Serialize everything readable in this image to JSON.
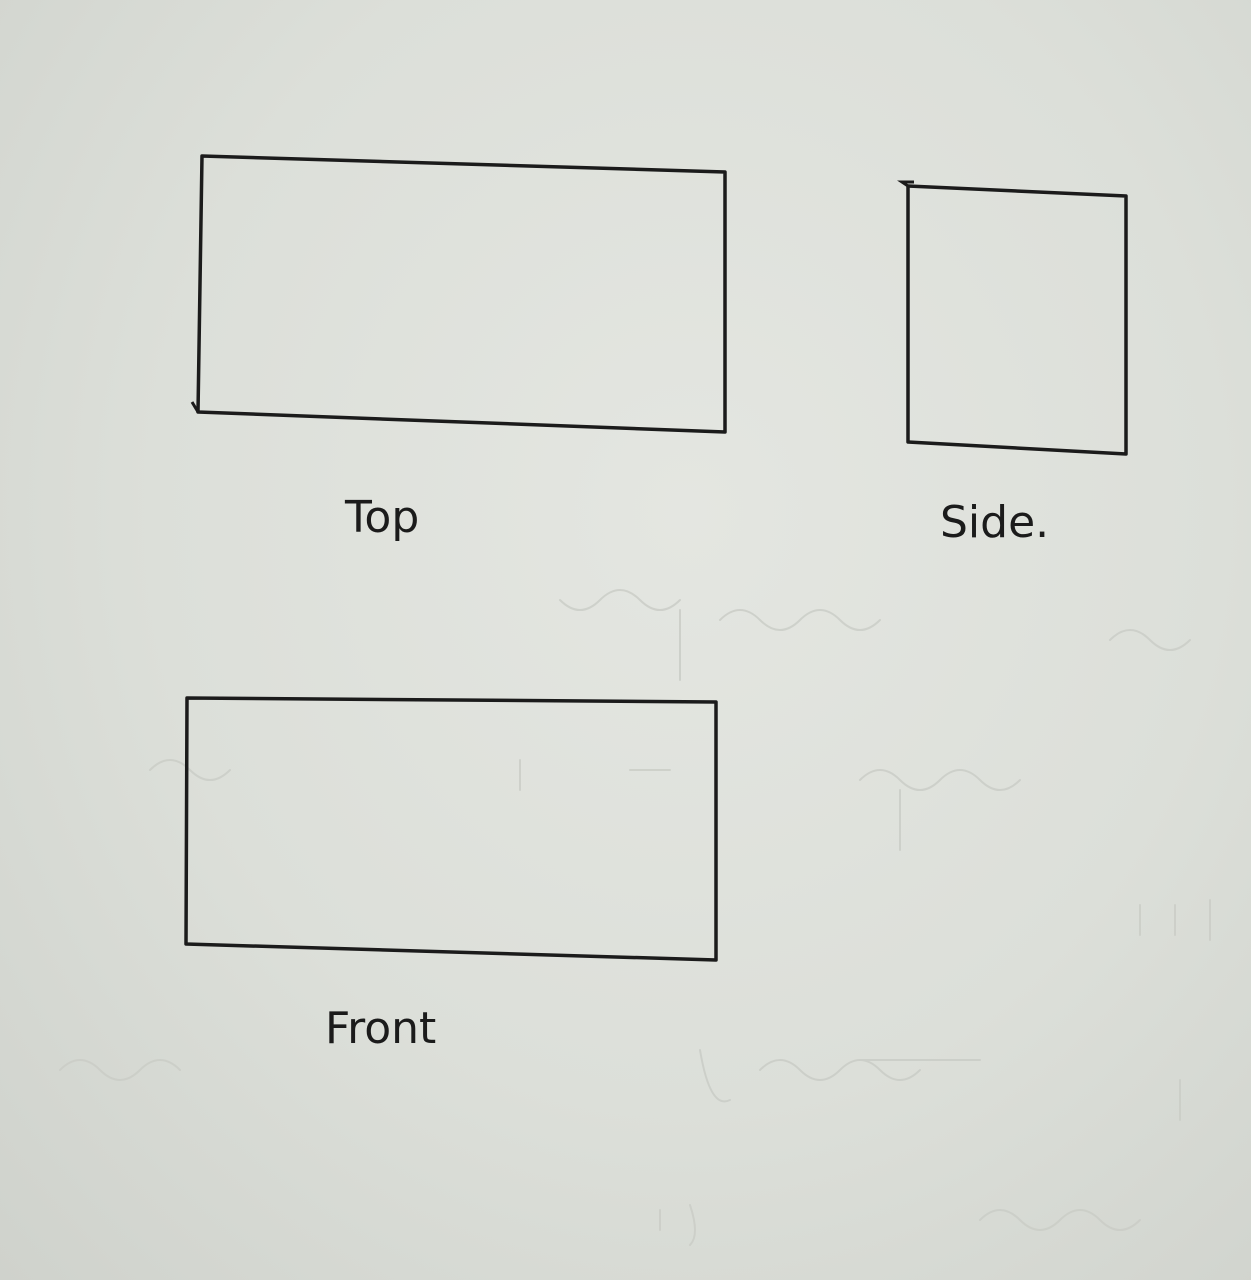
{
  "views": [
    {
      "id": "top",
      "label": "Top"
    },
    {
      "id": "side",
      "label": "Side."
    },
    {
      "id": "front",
      "label": "Front"
    }
  ],
  "colors": {
    "paper": "#dcdfd9",
    "ink": "#1b1b1b",
    "ghost_ink": "#c9ccc6"
  }
}
